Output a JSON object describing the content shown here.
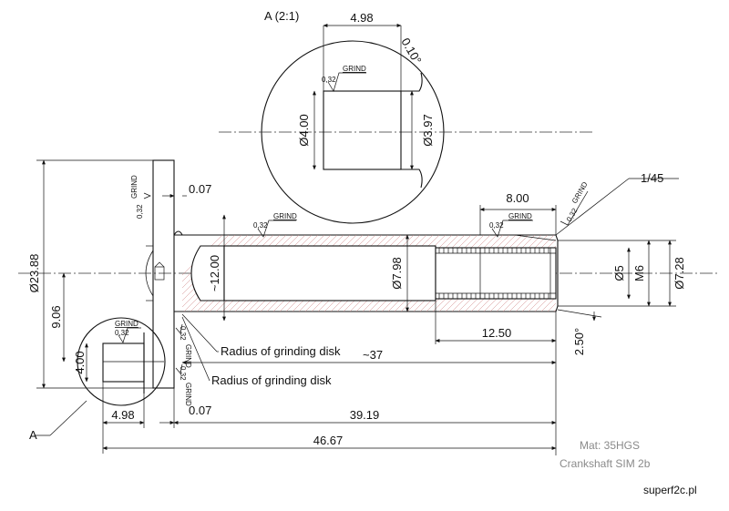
{
  "detail": {
    "label": "A (2:1)"
  },
  "section_label": "A",
  "dimensions": {
    "top_length": "4.98",
    "chamfer_angle": "0.10°",
    "detail_dia_left": "Ø4.00",
    "detail_dia_right": "Ø3.97",
    "flange_dia": "Ø23.88",
    "flange_offset": "9.06",
    "flange_step": "4.00",
    "gap_top": "0.07",
    "gap_bottom": "0.07",
    "bore_depth": "~12.00",
    "shaft_dia": "Ø7.98",
    "thread_length": "8.00",
    "chamfer": "1/45",
    "bore_dia": "Ø5",
    "thread_size": "M6",
    "end_dia": "Ø7.28",
    "thread_end_len": "12.50",
    "taper_angle": "2.50°",
    "bore_len": "~37",
    "bottom_left_len": "4.98",
    "shaft_len": "39.19",
    "total_len": "46.67"
  },
  "surface_finish": {
    "value": "0,32",
    "process": "GRIND"
  },
  "notes": {
    "grinding_1": "Radius of grinding disk",
    "grinding_2": "Radius of grinding disk"
  },
  "material": "Mat: 35HGS",
  "part_name": "Crankshaft SIM 2b",
  "website": "superf2c.pl"
}
